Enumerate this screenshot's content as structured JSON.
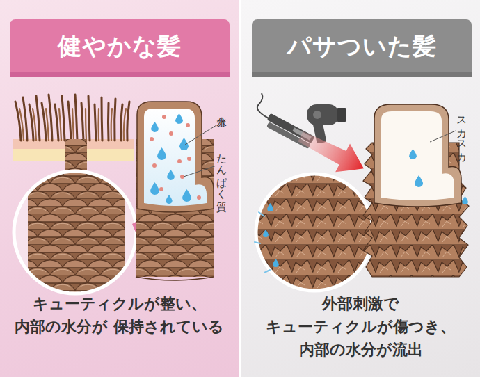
{
  "diagram": {
    "nodes": [
      {
        "text": [
          "キューティクルが整い、 内部の水分が 保持されている"
        ]
      },
      {
        "text": [
          "健やかな髪"
        ],
        "in": 0
      },
      {
        "text": [
          "外部刺激で キューティクルが傷つき、 内部の水分が流出"
        ]
      },
      {
        "text": [
          "パサついた髪"
        ],
        "in": 2
      }
    ],
    "labels": [
      "水分",
      "たんぱく質",
      "スカスカ"
    ]
  }
}
